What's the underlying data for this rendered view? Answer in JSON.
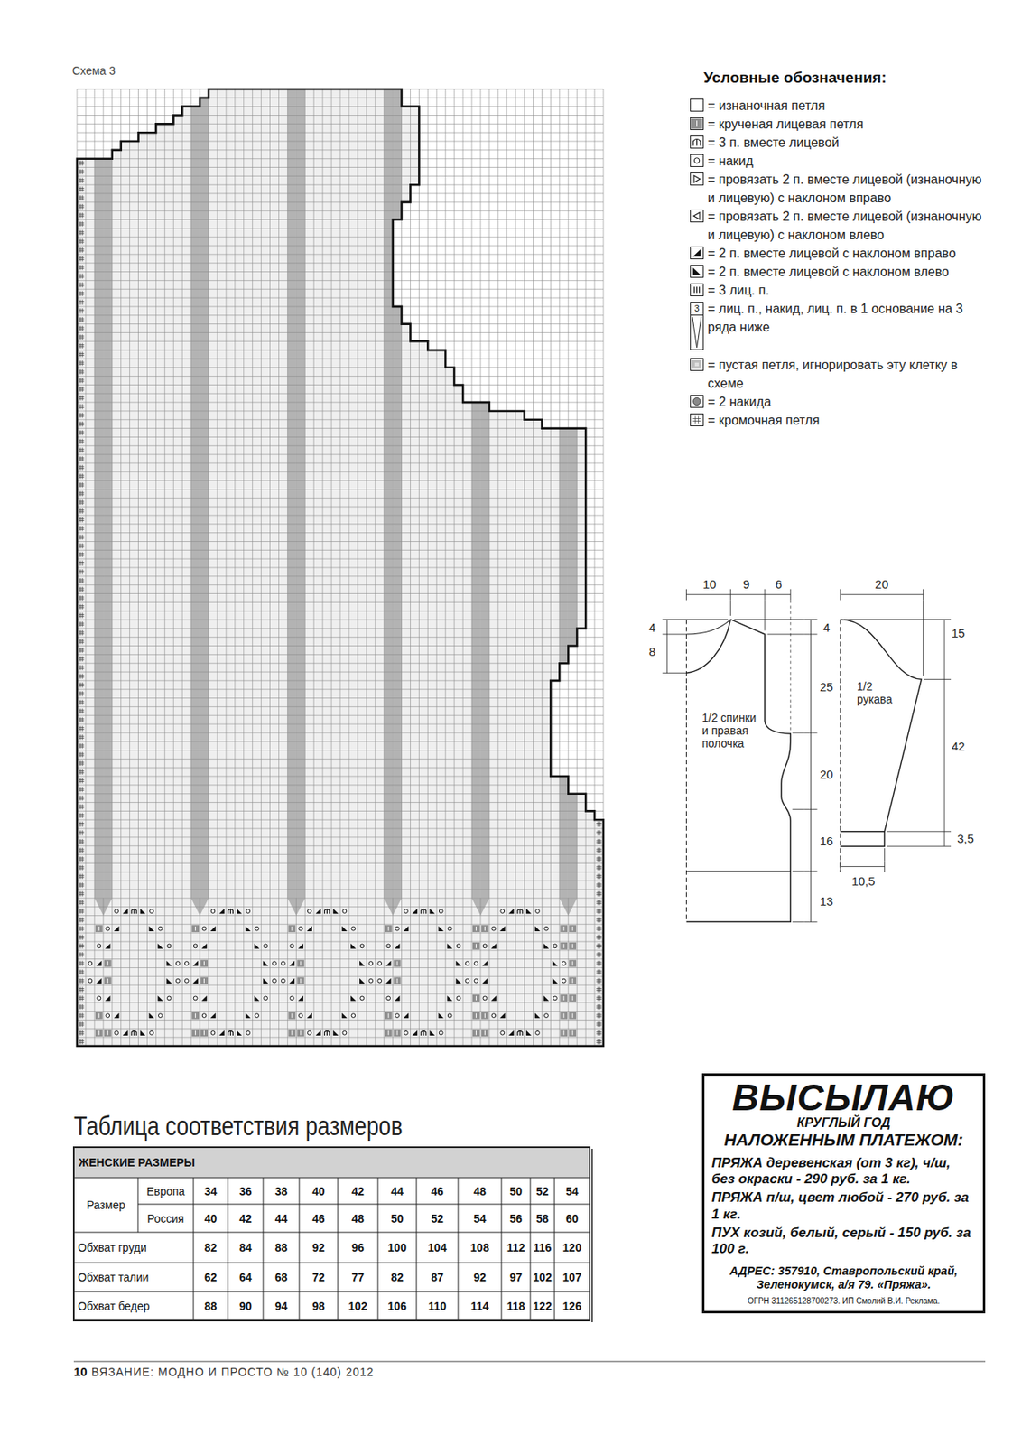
{
  "diagram": {
    "nodes": [
      {
        "text": [
          "ВЫСЫЛАЮ",
          "КРУГЛЫЙ ГОД",
          "НАЛОЖЕННЫМ ПЛАТЕЖОМ:",
          "ПРЯЖА деревенская (от 3 кг), ч/ш, без окраски - 290 руб. за 1 кг.",
          "ПРЯЖА п/ш, цвет любой - 270 руб. за 1 кг.",
          "ПУХ козий, белый, серый - 150 руб. за 100 г.",
          "АДРЕС: 357910, Ставропольский край, Зеленокумск, а/я 79. «Пряжа».",
          "ОГРН 311265128700273. ИП Смолий В.И. Реклама."
        ]
      }
    ],
    "labels": [
      "Схема 3",
      "Условные обозначения:",
      "3",
      "10",
      "9",
      "6",
      "4",
      "8",
      "4",
      "25",
      "1/2 спинки и правая полочка",
      "20",
      "16",
      "13",
      "20",
      "15",
      "1/2 рукава",
      "42",
      "3,5",
      "10,5",
      "Таблица соответствия размеров",
      "ЖЕНСКИЕ РАЗМЕРЫ",
      "Размер",
      "Европа",
      "34",
      "36",
      "38",
      "40",
      "42",
      "44",
      "46",
      "48",
      "50",
      "52",
      "54",
      "Россия",
      "40",
      "42",
      "44",
      "46",
      "48",
      "50",
      "52",
      "54",
      "56",
      "58",
      "60",
      "Обхват груди",
      "82",
      "84",
      "88",
      "92",
      "96",
      "100",
      "104",
      "108",
      "112",
      "116",
      "120",
      "Обхват талии",
      "62",
      "64",
      "68",
      "72",
      "77",
      "82",
      "87",
      "92",
      "97",
      "102",
      "107",
      "Обхват бедер",
      "88",
      "90",
      "94",
      "98",
      "102",
      "106",
      "110",
      "114",
      "118",
      "122",
      "126",
      "10",
      "ВЯЗАНИЕ: МОДНО И ПРОСТО № 10 (140) 2012"
    ],
    "legend": [
      {
        "text": "= изнаночная петля"
      },
      {
        "text": "= крученая лицевая петля"
      },
      {
        "text": "= 3 п. вместе лицевой"
      },
      {
        "text": "= накид"
      },
      {
        "text": "= провязать 2 п. вместе лицевой (изнаночную и лицевую) с наклоном вправо"
      },
      {
        "text": "= провязать 2 п. вместе лицевой (изнаночную и лицевую) с наклоном влево"
      },
      {
        "text": "= 2 п. вместе лицевой с наклоном вправо"
      },
      {
        "text": "= 2 п. вместе лицевой с наклоном влево"
      },
      {
        "text": "= 3 лиц. п."
      },
      {
        "text": "= лиц. п., накид, лиц. п. в 1 основание на 3 ряда ниже"
      },
      {
        "text": "= пустая петля, игнорировать эту клетку в схеме"
      },
      {
        "text": "= 2 накида"
      },
      {
        "text": "= кромочная петля"
      }
    ]
  }
}
